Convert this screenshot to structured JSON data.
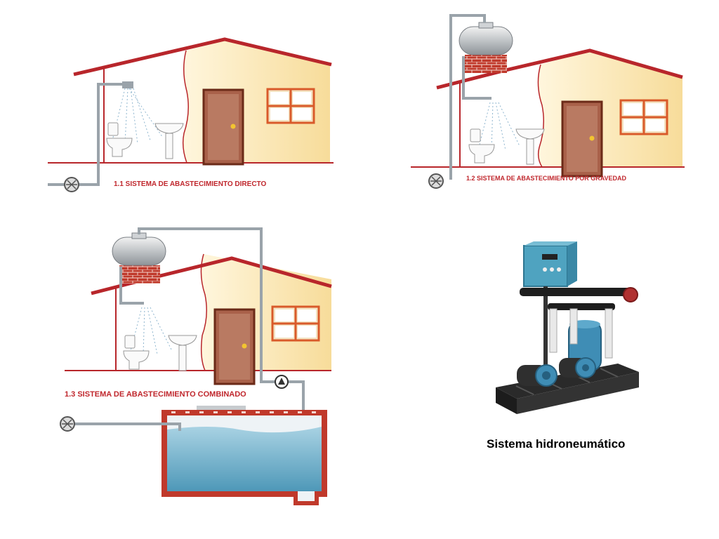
{
  "panels": [
    {
      "caption": "1.1 SISTEMA DE ABASTECIMIENTO DIRECTO"
    },
    {
      "caption": "1.2 SISTEMA DE ABASTECIMIENTO POR GRAVEDAD"
    },
    {
      "caption": "1.3 SISTEMA DE ABASTECIMIENTO COMBINADO"
    },
    {
      "caption": "Sistema hidroneumático"
    }
  ],
  "colors": {
    "roof": "#b8262b",
    "wall": "#fbe9b8",
    "door": "#8a3d26",
    "window": "#d95a2a",
    "pipe": "#9aa3aa",
    "water": "#5fa6c4",
    "brick": "#c0392b"
  }
}
